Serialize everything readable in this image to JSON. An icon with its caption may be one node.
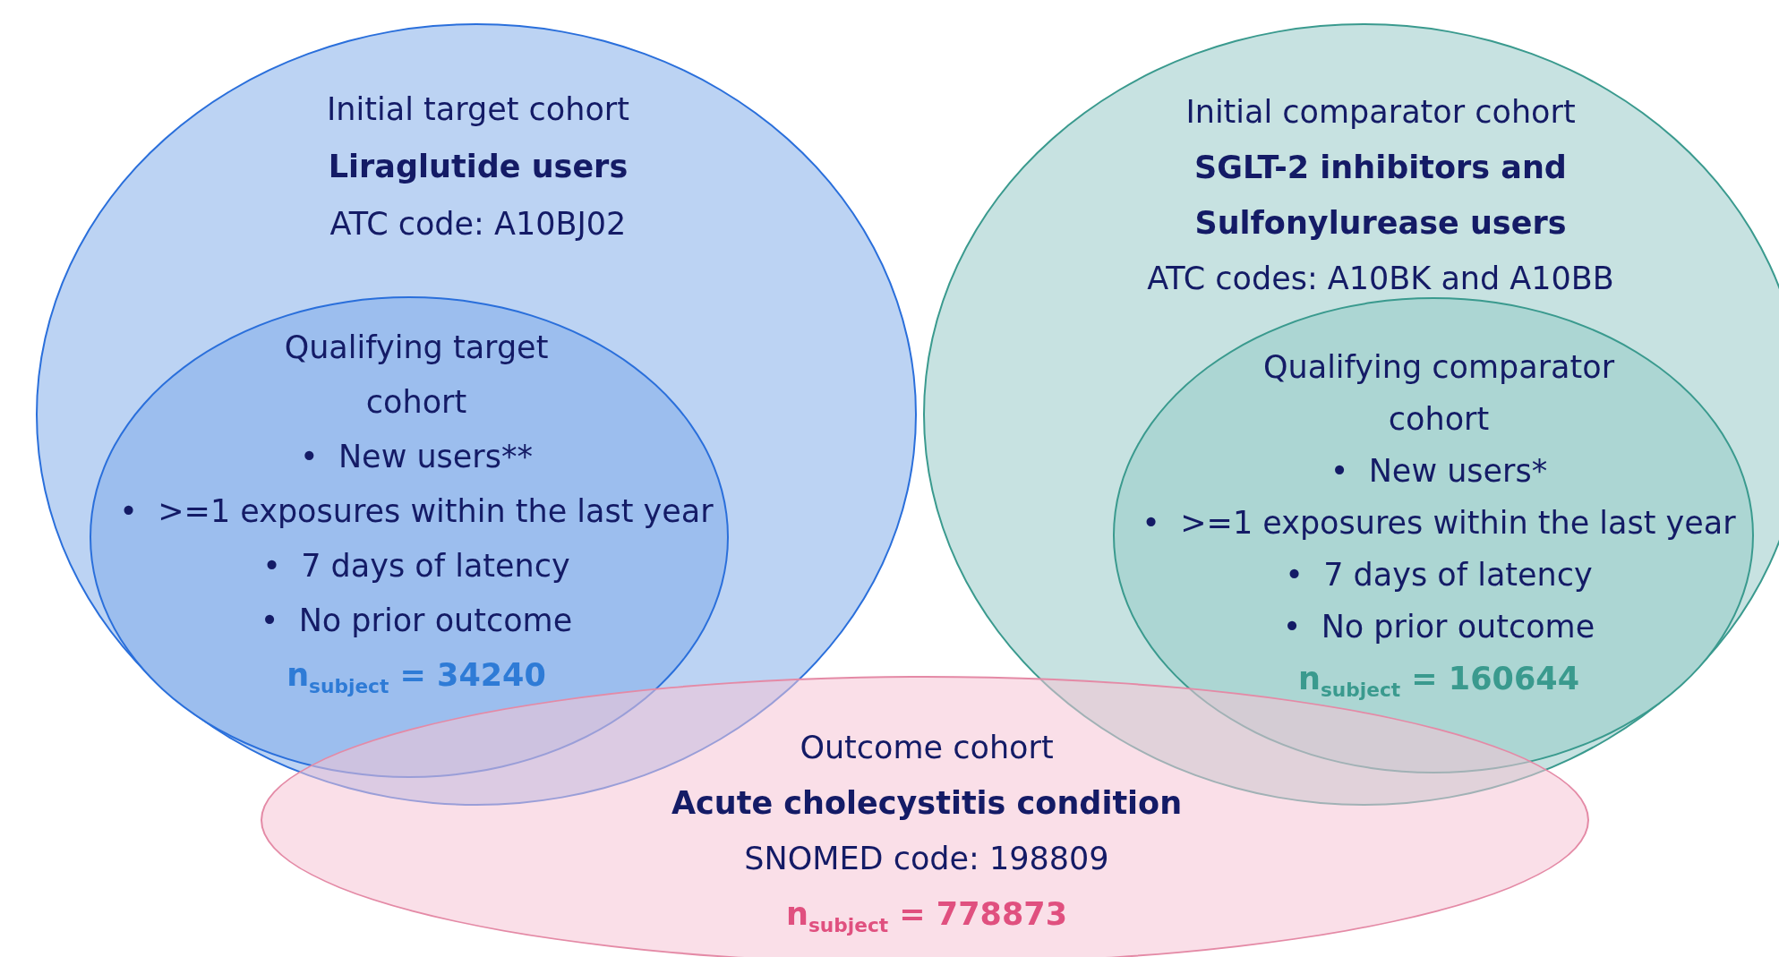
{
  "diagram": {
    "nodes": [
      {
        "text": [
          "Initial target cohort",
          "Liraglutide users",
          "ATC code: A10BJ02"
        ]
      },
      {
        "text": [
          "Qualifying target cohort",
          "•  New users**",
          "•  >=1 exposures within the last year",
          "•  7 days of latency",
          "•  No prior outcome",
          "n$_{subject}$ = 34240"
        ],
        "in": 0
      },
      {
        "text": [
          "Initial comparator cohort",
          "SGLT-2 inhibitors and Sulfonylurease users",
          "ATC codes: A10BK and A10BB"
        ]
      },
      {
        "text": [
          "Qualifying comparator cohort",
          "•  New users*",
          "•  >=1 exposures within the last year",
          "•  7 days of latency",
          "•  No prior outcome",
          "n$_{subject}$ = 160644"
        ],
        "in": 2
      },
      {
        "text": [
          "Outcome cohort",
          "Acute cholecystitis condition",
          "SNOMED code: 198809",
          "n$_{subject}$ = 778873"
        ]
      }
    ]
  }
}
